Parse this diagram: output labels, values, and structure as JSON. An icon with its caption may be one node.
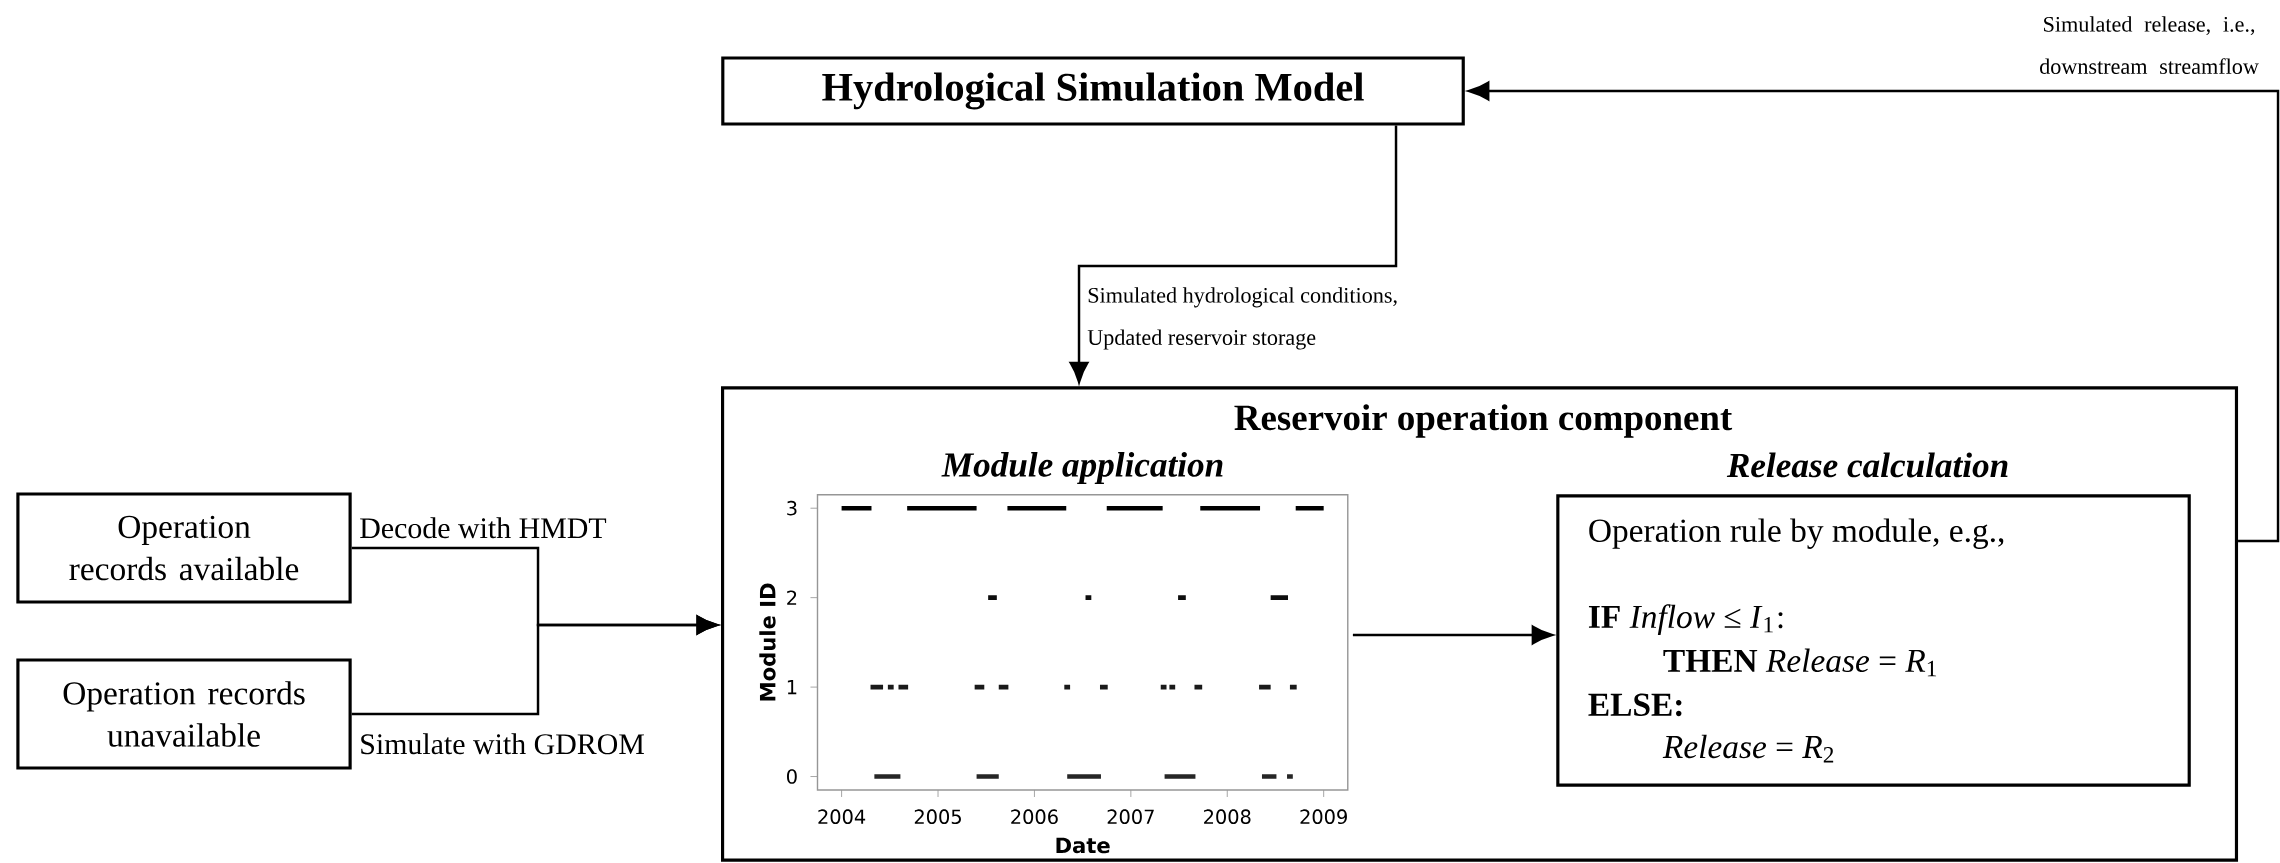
{
  "diagram": {
    "nodes": [
      {
        "text": [
          "Hydrological Simulation Model"
        ]
      },
      {
        "text": [
          "Operation records available"
        ]
      },
      {
        "text": [
          "Operation records unavailable"
        ]
      },
      {
        "text": [
          "Reservoir operation component"
        ]
      },
      {
        "text": [
          "Module application"
        ],
        "in": 3
      },
      {
        "text": [
          "Release calculation",
          "Operation rule by module, e.g.,",
          "**IF** *Inflow* ≤ *I*$_{1}$:",
          "**THEN** *Release* = *R*$_{1}$",
          "ELSE:",
          "*Release* = *R*$_{2}$"
        ],
        "in": 3
      }
    ],
    "edges": [
      {
        "from": 0,
        "to": 3,
        "arrow": "to",
        "label": "Simulated hydrological conditions, Updated reservoir storage"
      },
      {
        "from": 1,
        "to": 3,
        "arrow": "to",
        "label": "Decode with HMDT"
      },
      {
        "from": 2,
        "to": 3,
        "arrow": "to",
        "label": "Simulate with GDROM"
      },
      {
        "from": 4,
        "to": 5,
        "arrow": "to"
      },
      {
        "from": 3,
        "to": 0,
        "arrow": "to",
        "label": "Simulated release, i.e., downstream streamflow"
      }
    ],
    "chart_data": {
      "type": "line",
      "xlabel": "Date",
      "ylabel": "Module ID",
      "xlim": [
        2003.75,
        2009.25
      ],
      "ylim": [
        -0.15,
        3.15
      ],
      "xticks": [
        {
          "value": 2004,
          "label": "2004"
        },
        {
          "value": 2005,
          "label": "2005"
        },
        {
          "value": 2006,
          "label": "2006"
        },
        {
          "value": 2007,
          "label": "2007"
        },
        {
          "value": 2008,
          "label": "2008"
        },
        {
          "value": 2009,
          "label": "2009"
        }
      ],
      "yticks": [
        {
          "value": 0,
          "label": "0"
        },
        {
          "value": 1,
          "label": "1"
        },
        {
          "value": 2,
          "label": "2"
        },
        {
          "value": 3,
          "label": "3"
        }
      ],
      "x": [
        2004.0,
        2004.31,
        null,
        2004.68,
        2005.4,
        null,
        2005.72,
        2006.33,
        null,
        2006.75,
        2007.33,
        null,
        2007.72,
        2008.34,
        null,
        2008.71,
        2009.0,
        null,
        2005.52,
        2005.61,
        null,
        2006.53,
        2006.59,
        null,
        2007.49,
        2007.57,
        null,
        2008.45,
        2008.63,
        null,
        2004.3,
        2004.43,
        null,
        2004.48,
        2004.54,
        null,
        2004.59,
        2004.69,
        null,
        2005.38,
        2005.48,
        null,
        2005.63,
        2005.73,
        null,
        2006.31,
        2006.37,
        null,
        2006.68,
        2006.76,
        null,
        2007.31,
        2007.37,
        null,
        2007.4,
        2007.46,
        null,
        2007.66,
        2007.74,
        null,
        2008.33,
        2008.45,
        null,
        2008.65,
        2008.72,
        null,
        2004.34,
        2004.61,
        null,
        2005.4,
        2005.63,
        null,
        2006.34,
        2006.69,
        null,
        2007.35,
        2007.67,
        null,
        2008.36,
        2008.51,
        null,
        2008.62,
        2008.68
      ],
      "series": [
        {
          "color": "#000000",
          "values": [
            3,
            3,
            null,
            3,
            3,
            null,
            3,
            3,
            null,
            3,
            3,
            null,
            3,
            3,
            null,
            3,
            3,
            null,
            null,
            null,
            null,
            null,
            null,
            null,
            null,
            null,
            null,
            null,
            null,
            null,
            null,
            null,
            null,
            null,
            null,
            null,
            null,
            null,
            null,
            null,
            null,
            null,
            null,
            null,
            null,
            null,
            null,
            null,
            null,
            null,
            null,
            null,
            null,
            null,
            null,
            null,
            null,
            null,
            null,
            null,
            null,
            null,
            null,
            null,
            null,
            null,
            null,
            null,
            null,
            null,
            null,
            null,
            null,
            null,
            null,
            null,
            null,
            null,
            null,
            null,
            null,
            null,
            null
          ]
        },
        {
          "color": "#0d0d0d",
          "values": [
            null,
            null,
            null,
            null,
            null,
            null,
            null,
            null,
            null,
            null,
            null,
            null,
            null,
            null,
            null,
            null,
            null,
            null,
            2,
            2,
            null,
            2,
            2,
            null,
            2,
            2,
            null,
            2,
            2,
            null,
            null,
            null,
            null,
            null,
            null,
            null,
            null,
            null,
            null,
            null,
            null,
            null,
            null,
            null,
            null,
            null,
            null,
            null,
            null,
            null,
            null,
            null,
            null,
            null,
            null,
            null,
            null,
            null,
            null,
            null,
            null,
            null,
            null,
            null,
            null,
            null,
            null,
            null,
            null,
            null,
            null,
            null,
            null,
            null,
            null,
            null,
            null,
            null,
            null,
            null,
            null,
            null,
            null
          ]
        },
        {
          "color": "#1a1a1a",
          "values": [
            null,
            null,
            null,
            null,
            null,
            null,
            null,
            null,
            null,
            null,
            null,
            null,
            null,
            null,
            null,
            null,
            null,
            null,
            null,
            null,
            null,
            null,
            null,
            null,
            null,
            null,
            null,
            null,
            null,
            null,
            1,
            1,
            null,
            1,
            1,
            null,
            1,
            1,
            null,
            1,
            1,
            null,
            1,
            1,
            null,
            1,
            1,
            null,
            1,
            1,
            null,
            1,
            1,
            null,
            1,
            1,
            null,
            1,
            1,
            null,
            1,
            1,
            null,
            1,
            1,
            null,
            null,
            null,
            null,
            null,
            null,
            null,
            null,
            null,
            null,
            null,
            null,
            null,
            null,
            null,
            null,
            null,
            null
          ]
        },
        {
          "color": "#262626",
          "values": [
            null,
            null,
            null,
            null,
            null,
            null,
            null,
            null,
            null,
            null,
            null,
            null,
            null,
            null,
            null,
            null,
            null,
            null,
            null,
            null,
            null,
            null,
            null,
            null,
            null,
            null,
            null,
            null,
            null,
            null,
            null,
            null,
            null,
            null,
            null,
            null,
            null,
            null,
            null,
            null,
            null,
            null,
            null,
            null,
            null,
            null,
            null,
            null,
            null,
            null,
            null,
            null,
            null,
            null,
            null,
            null,
            null,
            null,
            null,
            null,
            null,
            null,
            null,
            null,
            null,
            null,
            0,
            0,
            null,
            0,
            0,
            null,
            0,
            0,
            null,
            0,
            0,
            null,
            0,
            0,
            null,
            0,
            0
          ]
        }
      ]
    }
  }
}
